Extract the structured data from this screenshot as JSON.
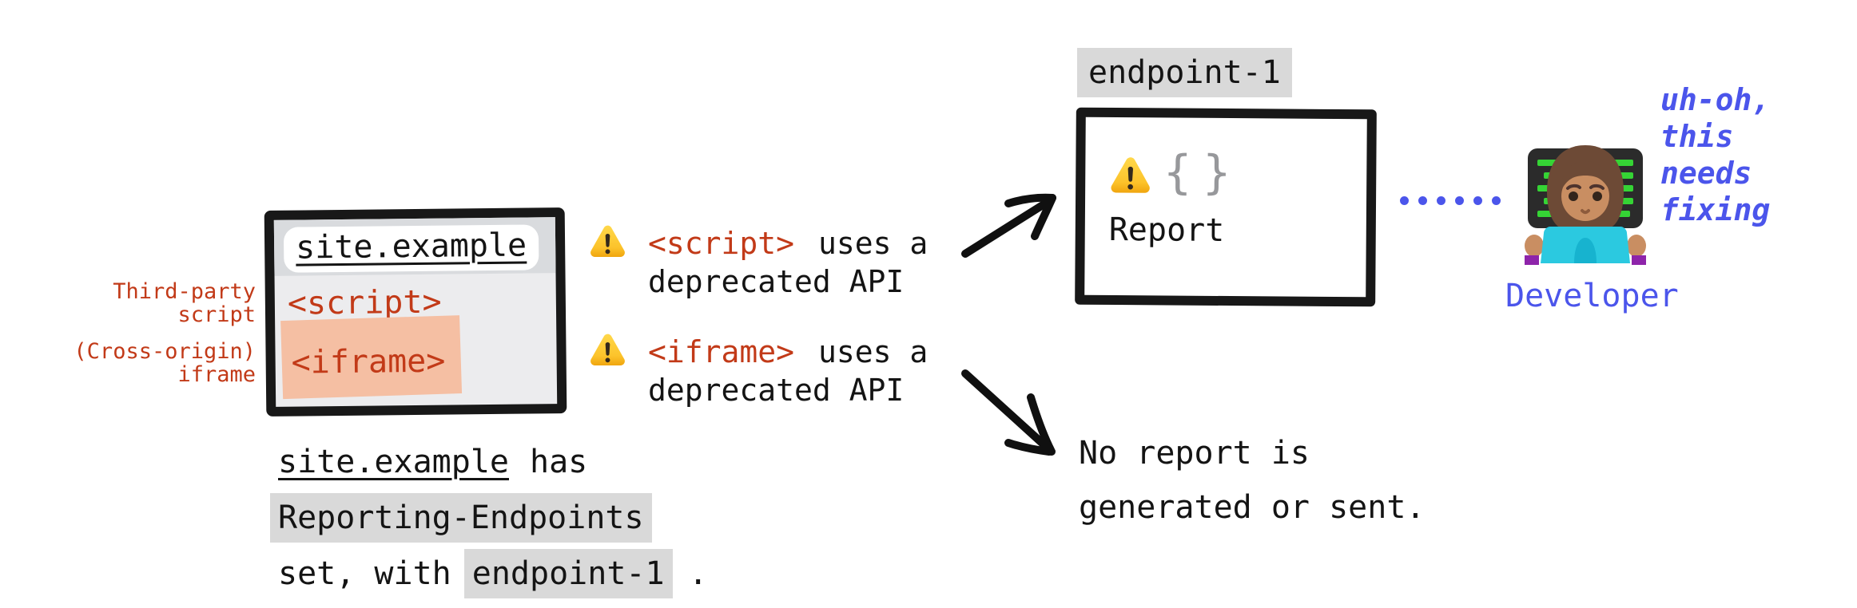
{
  "labels": {
    "third_party": {
      "line1": "Third-party",
      "line2": "script"
    },
    "cross_origin": {
      "line1": "(Cross-origin)",
      "line2": "iframe"
    }
  },
  "window": {
    "title": "site.example",
    "script_tag": "<script>",
    "iframe_tag": "<iframe>"
  },
  "warnings": {
    "script": {
      "tag": "<script>",
      "rest": "uses a",
      "line2": "deprecated API"
    },
    "iframe": {
      "tag": "<iframe>",
      "rest": "uses a",
      "line2": "deprecated API"
    }
  },
  "endpoint": {
    "label": "endpoint-1",
    "braces": "{}",
    "report": "Report"
  },
  "no_report": {
    "line1": "No report is",
    "line2": "generated or sent."
  },
  "developer": {
    "thought_line1": "uh-oh,",
    "thought_line2": "this",
    "thought_line3": "needs",
    "thought_line4": "fixing",
    "label": "Developer"
  },
  "caption": {
    "site": "site.example",
    "has": "has",
    "code1": "Reporting-Endpoints",
    "set_with": "set, with",
    "code2": "endpoint-1",
    "period": "."
  },
  "icons": {
    "warning": "warning-triangle-emoji",
    "developer": "woman-technologist-emoji",
    "dotted_line": "blue-dotted-connector"
  },
  "colors": {
    "red": "#c23a18",
    "blue": "#4b55eb",
    "salmon": "#f5bfa3",
    "hl": "#d9d9d9",
    "winbg": "#ececee",
    "strip": "#d9dbde",
    "ink": "#141414",
    "braces": "#97989b"
  }
}
